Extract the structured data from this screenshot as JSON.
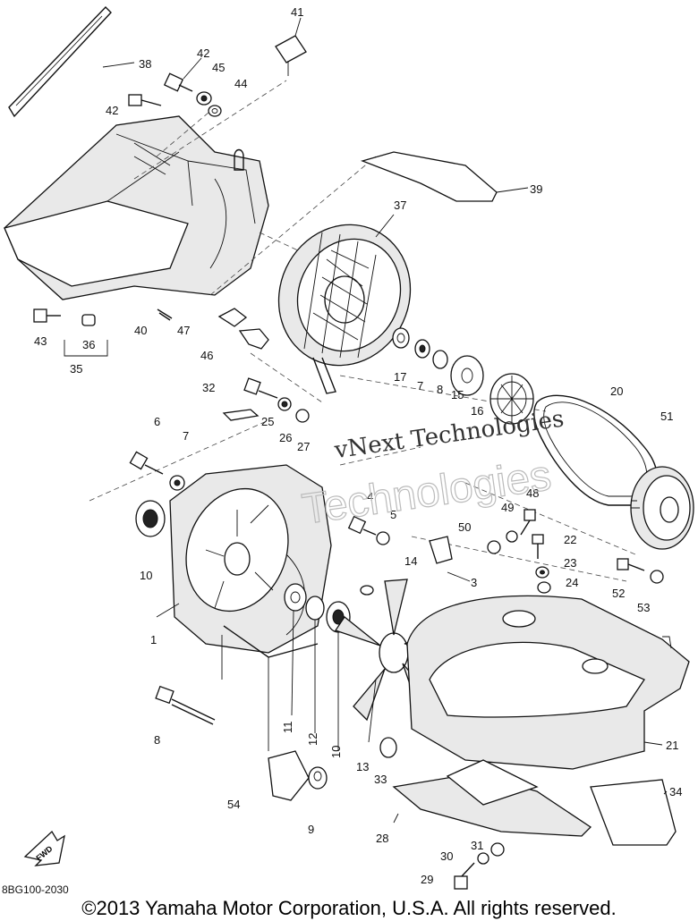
{
  "diagram": {
    "watermark_text": "vNext Technologies",
    "watermark_outline_text": "Technologies",
    "fwd_label": "FWD",
    "reference_code": "8BG100-2030",
    "copyright": "©2013 Yamaha Motor Corporation, U.S.A. All rights reserved.",
    "part_labels": {
      "p1": "1",
      "p3": "3",
      "p4": "4",
      "p5": "5",
      "p6": "6",
      "p7": "7",
      "p7b": "7",
      "p8": "8",
      "p8b": "8",
      "p9": "9",
      "p10a": "10",
      "p10b": "10",
      "p11": "11",
      "p12": "12",
      "p13": "13",
      "p14": "14",
      "p15": "15",
      "p16": "16",
      "p17": "17",
      "p20": "20",
      "p21": "21",
      "p22": "22",
      "p23": "23",
      "p24": "24",
      "p25": "25",
      "p26": "26",
      "p27": "27",
      "p28": "28",
      "p29": "29",
      "p30": "30",
      "p31": "31",
      "p32": "32",
      "p33": "33",
      "p34": "34",
      "p35": "35",
      "p36": "36",
      "p37": "37",
      "p38": "38",
      "p39": "39",
      "p40": "40",
      "p41": "41",
      "p42a": "42",
      "p42b": "42",
      "p43": "43",
      "p44": "44",
      "p45": "45",
      "p46": "46",
      "p47": "47",
      "p48": "48",
      "p49": "49",
      "p50": "50",
      "p51": "51",
      "p52": "52",
      "p53": "53",
      "p54": "54"
    }
  }
}
